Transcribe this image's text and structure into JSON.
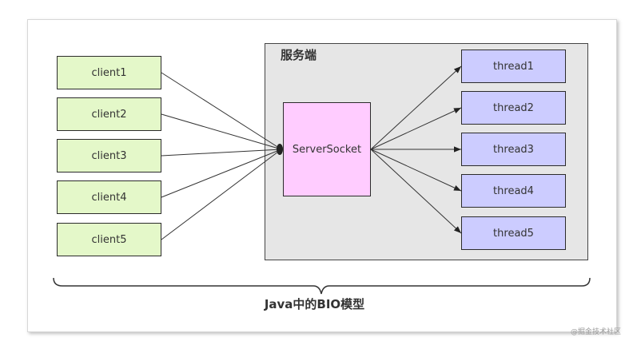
{
  "server": {
    "title": "服务端",
    "socket_label": "ServerSocket"
  },
  "clients": [
    "client1",
    "client2",
    "client3",
    "client4",
    "client5"
  ],
  "threads": [
    "thread1",
    "thread2",
    "thread3",
    "thread4",
    "thread5"
  ],
  "caption": "Java中的BIO模型",
  "watermark": "@掘金技术社区",
  "colors": {
    "client": "#e4f8c9",
    "thread": "#ccccff",
    "socket": "#ffccff",
    "server_bg": "#e6e6e6"
  }
}
